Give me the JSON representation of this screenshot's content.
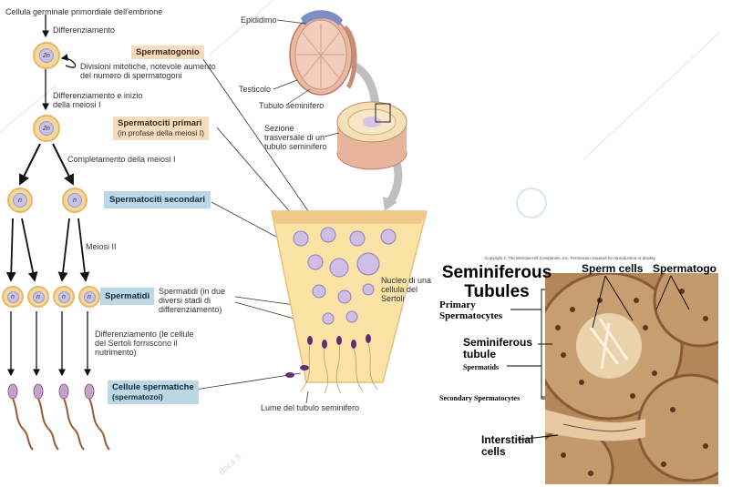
{
  "left_diagram": {
    "origin_label": "Cellula germinale primordiale dell'embrione",
    "step_differentiation": "Differenziamento",
    "spermatogonio": "Spermatogonio",
    "mitotic_divisions": "Divisioni mitotiche, notevole aumento del numero di spermatogoni",
    "differentiation_meiosis": "Differenziamento e inizio della meiosi I",
    "primary_title": "Spermatociti primari",
    "primary_sub": "(in profase della meiosi I)",
    "complete_meiosis": "Completamento della meiosi I",
    "secondary_title": "Spermatociti secondari",
    "meiosis_ii": "Meiosi II",
    "spermatids_title": "Spermatidi",
    "spermatids_desc": "Spermatidi (in due diversi stadi di differenziamento)",
    "differentiation_sertoli": "Differenziamento (le cellule del Sertoli forniscono il nutrimento)",
    "sperm_title": "Cellule spermatiche",
    "sperm_sub": "(spermatozoi)",
    "cell_2n": "2n",
    "cell_n": "n"
  },
  "testis_diagram": {
    "epididimo": "Epididimo",
    "testicolo": "Testicolo",
    "tubulo": "Tubulo seminifero",
    "sezione": "Sezione trasversale di un tubulo seminifero",
    "nucleo_sertoli": "Nucleo di una cellula del Sertoli",
    "lume": "Lume del tubulo seminifero"
  },
  "micrograph": {
    "copyright": "Copyright © The McGraw-Hill Companies, Inc. Permission required for reproduction or display.",
    "title": "Seminiferous Tubules",
    "sperm_cells": "Sperm cells",
    "spermatogonia": "Spermatogo",
    "primary": "Primary Spermatocytes",
    "tubule": "Seminiferous tubule",
    "spermatids": "Spermatids",
    "secondary": "Secondary Spermatocytes",
    "interstitial": "Interstitial cells"
  },
  "watermark": "docs.it"
}
